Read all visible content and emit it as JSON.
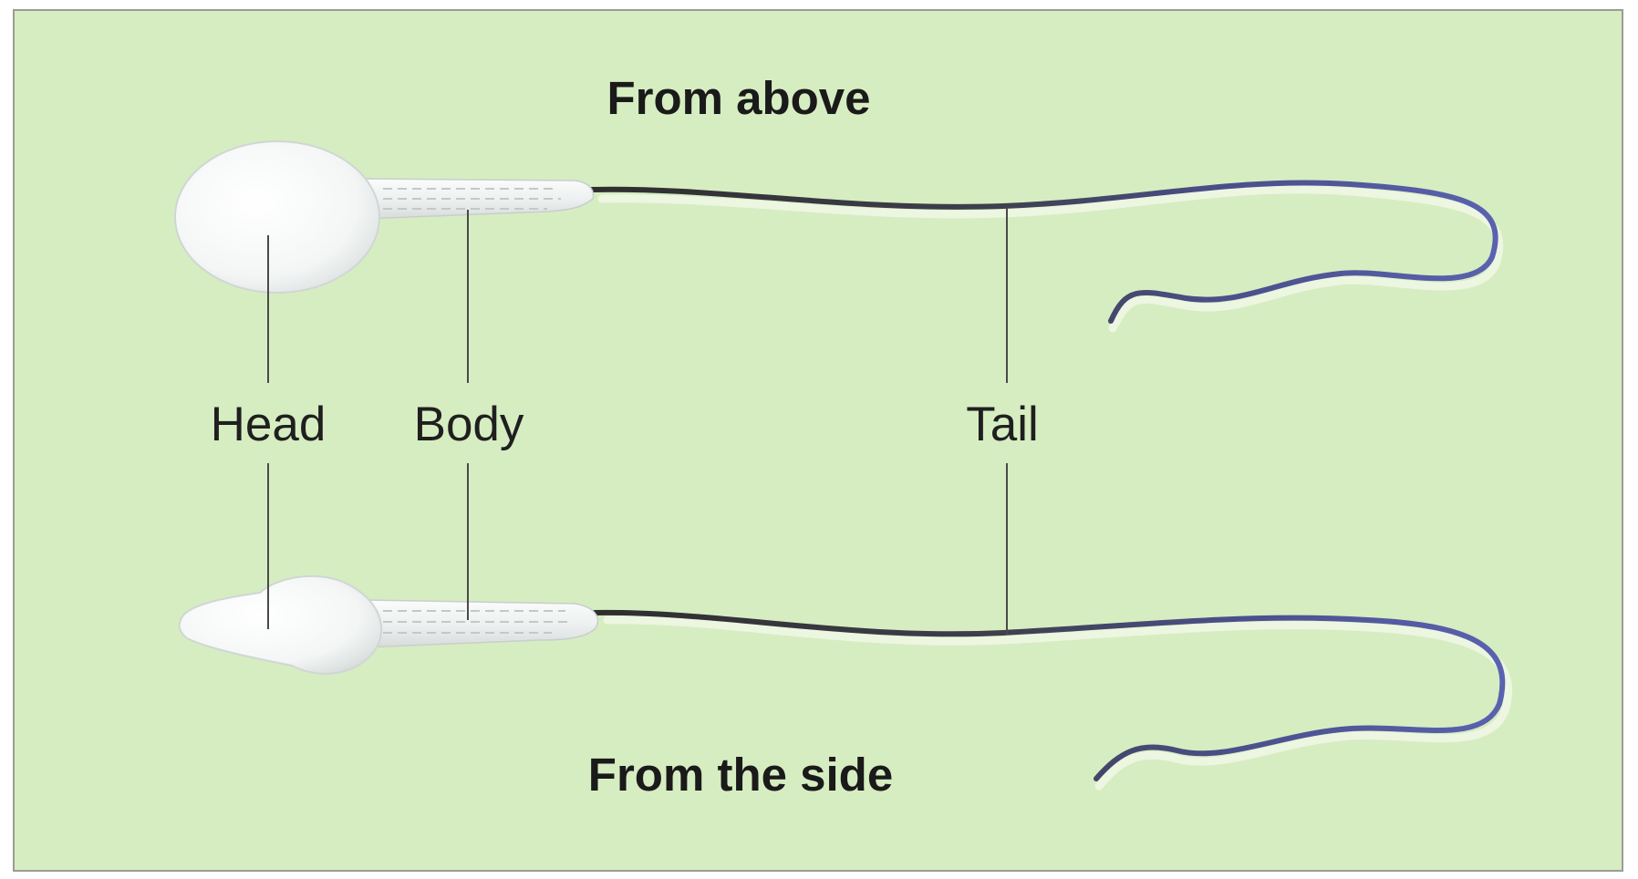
{
  "diagram": {
    "title_top": "From above",
    "title_bottom": "From the side",
    "labels": {
      "head": "Head",
      "body": "Body",
      "tail": "Tail"
    }
  }
}
